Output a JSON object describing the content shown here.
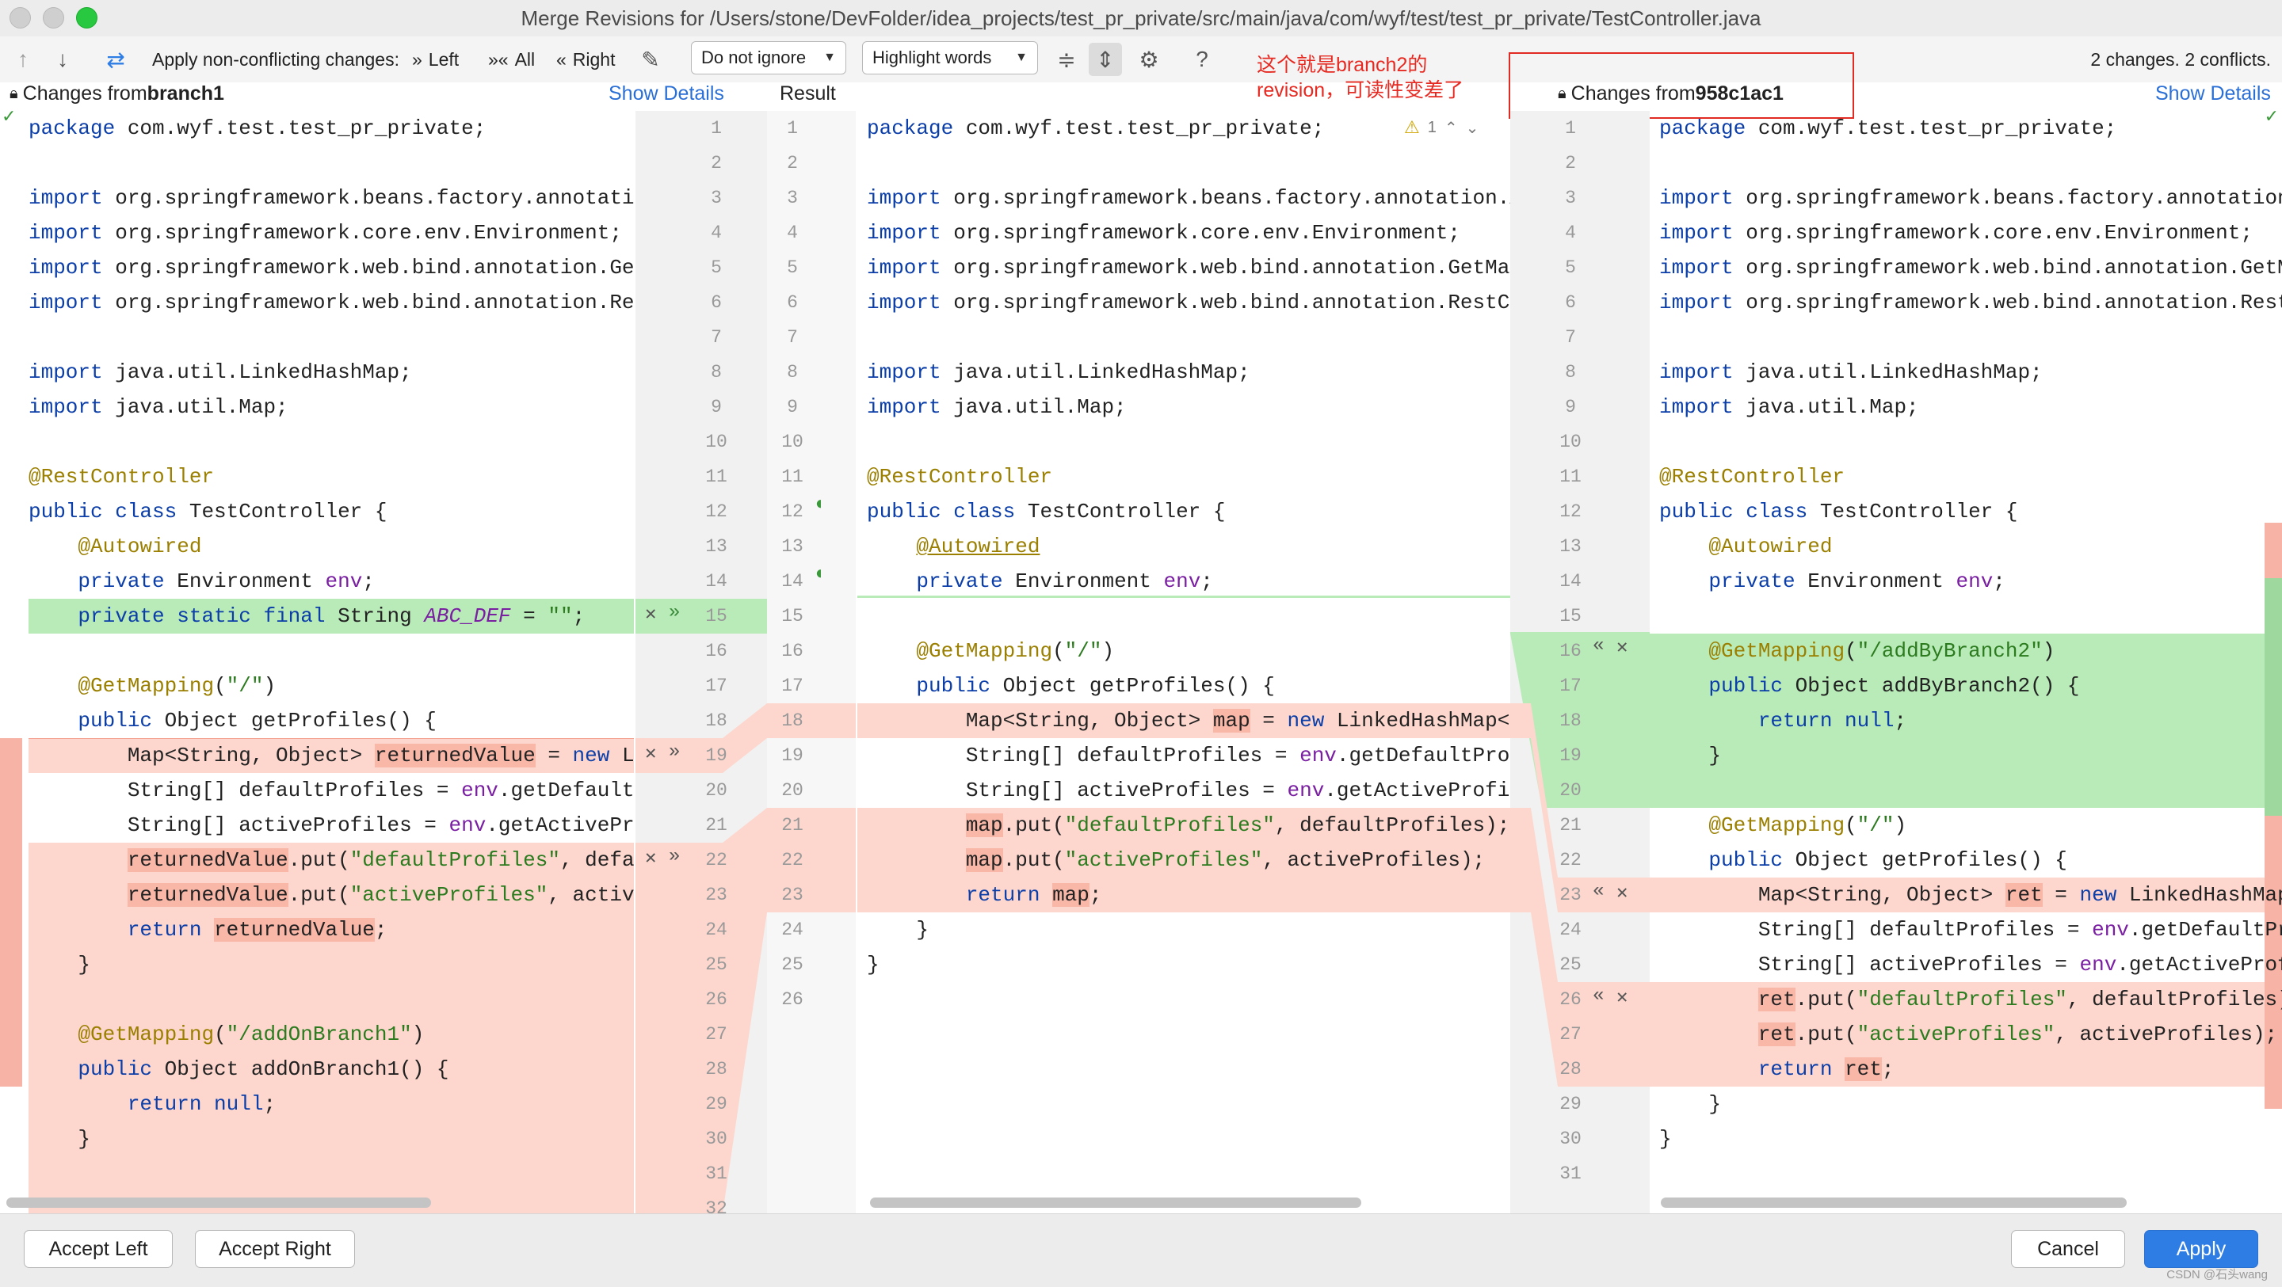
{
  "window": {
    "title": "Merge Revisions for /Users/stone/DevFolder/idea_projects/test_pr_private/src/main/java/com/wyf/test/test_pr_private/TestController.java"
  },
  "toolbar": {
    "apply_label": "Apply non-conflicting changes:",
    "left_label": "Left",
    "all_label": "All",
    "right_label": "Right",
    "ignore_select": "Do not ignore",
    "highlight_select": "Highlight words",
    "status": "2 changes. 2 conflicts."
  },
  "headers": {
    "left_prefix": "Changes from ",
    "left_bold": "branch1",
    "left_details": "Show Details",
    "result": "Result",
    "right_prefix": "Changes from ",
    "right_bold": "958c1ac1",
    "right_details": "Show Details",
    "warning_count": "1"
  },
  "annotation": {
    "line1": "这个就是branch2的",
    "line2": "revision，可读性变差了"
  },
  "buttons": {
    "accept_left": "Accept Left",
    "accept_right": "Accept Right",
    "cancel": "Cancel",
    "apply": "Apply"
  },
  "watermark": "CSDN @石头wang",
  "gutters": {
    "left_lines": [
      1,
      2,
      3,
      4,
      5,
      6,
      7,
      8,
      9,
      10,
      11,
      12,
      13,
      14,
      15,
      16,
      17,
      18,
      19,
      20,
      21,
      22,
      23,
      24,
      25,
      26,
      27,
      28,
      29,
      30,
      31,
      32
    ],
    "result_lines": [
      1,
      2,
      3,
      4,
      5,
      6,
      7,
      8,
      9,
      10,
      11,
      12,
      13,
      14,
      15,
      16,
      17,
      18,
      19,
      20,
      21,
      22,
      23,
      24,
      25,
      26
    ],
    "right_lines": [
      1,
      2,
      3,
      4,
      5,
      6,
      7,
      8,
      9,
      10,
      11,
      12,
      13,
      14,
      15,
      16,
      17,
      18,
      19,
      20,
      21,
      22,
      23,
      24,
      25,
      26,
      27,
      28,
      29,
      30,
      31
    ]
  },
  "code": {
    "left": {
      "l1": "package com.wyf.test.test_pr_private;",
      "l3": "import org.springframework.beans.factory.annotation.Autowired;",
      "l4": "import org.springframework.core.env.Environment;",
      "l5": "import org.springframework.web.bind.annotation.GetMapping;",
      "l6": "import org.springframework.web.bind.annotation.RestController;",
      "l8": "import java.util.LinkedHashMap;",
      "l9": "import java.util.Map;",
      "l11": "@RestController",
      "l12": "public class TestController {",
      "l13": "    @Autowired",
      "l14": "    private Environment env;",
      "l15": "    private static final String ABC_DEF = \"\";",
      "l17": "    @GetMapping(\"/\")",
      "l18": "    public Object getProfiles() {",
      "l19": "        Map<String, Object> returnedValue = new LinkedHashMap<>();",
      "l20": "        String[] defaultProfiles = env.getDefaultProfiles();",
      "l21": "        String[] activeProfiles = env.getActiveProfiles();",
      "l22": "        returnedValue.put(\"defaultProfiles\", defaultProfiles);",
      "l23": "        returnedValue.put(\"activeProfiles\", activeProfiles);",
      "l24": "        return returnedValue;",
      "l25": "    }",
      "l27": "    @GetMapping(\"/addOnBranch1\")",
      "l28": "    public Object addOnBranch1() {",
      "l29": "        return null;",
      "l30": "    }"
    },
    "result": {
      "l1": "package com.wyf.test.test_pr_private;",
      "l3": "import org.springframework.beans.factory.annotation.Autowired;",
      "l4": "import org.springframework.core.env.Environment;",
      "l5": "import org.springframework.web.bind.annotation.GetMapping;",
      "l6": "import org.springframework.web.bind.annotation.RestController;",
      "l8": "import java.util.LinkedHashMap;",
      "l9": "import java.util.Map;",
      "l11": "@RestController",
      "l12": "public class TestController {",
      "l13": "    @Autowired",
      "l14": "    private Environment env;",
      "l16": "    @GetMapping(\"/\")",
      "l17": "    public Object getProfiles() {",
      "l18": "        Map<String, Object> map = new LinkedHashMap<>();",
      "l19": "        String[] defaultProfiles = env.getDefaultProfiles();",
      "l20": "        String[] activeProfiles = env.getActiveProfiles();",
      "l21": "        map.put(\"defaultProfiles\", defaultProfiles);",
      "l22": "        map.put(\"activeProfiles\", activeProfiles);",
      "l23": "        return map;",
      "l24": "    }",
      "l25": "}"
    },
    "right": {
      "l1": "package com.wyf.test.test_pr_private;",
      "l3": "import org.springframework.beans.factory.annotation.Autowired;",
      "l4": "import org.springframework.core.env.Environment;",
      "l5": "import org.springframework.web.bind.annotation.GetMapping;",
      "l6": "import org.springframework.web.bind.annotation.RestController;",
      "l8": "import java.util.LinkedHashMap;",
      "l9": "import java.util.Map;",
      "l11": "@RestController",
      "l12": "public class TestController {",
      "l13": "    @Autowired",
      "l14": "    private Environment env;",
      "l16": "    @GetMapping(\"/addByBranch2\")",
      "l17": "    public Object addByBranch2() {",
      "l18": "        return null;",
      "l19": "    }",
      "l21": "    @GetMapping(\"/\")",
      "l22": "    public Object getProfiles() {",
      "l23": "        Map<String, Object> ret = new LinkedHashMap<>();",
      "l24": "        String[] defaultProfiles = env.getDefaultProfiles();",
      "l25": "        String[] activeProfiles = env.getActiveProfiles();",
      "l26": "        ret.put(\"defaultProfiles\", defaultProfiles);",
      "l27": "        ret.put(\"activeProfiles\", activeProfiles);",
      "l28": "        return ret;",
      "l29": "    }",
      "l30": "}"
    }
  },
  "colors": {
    "conflict": "#fdd7ce",
    "conflict_dark": "#fcc0b2",
    "added": "#b9ebb9",
    "accent": "#2d7de4",
    "annotation": "#e62a22"
  }
}
